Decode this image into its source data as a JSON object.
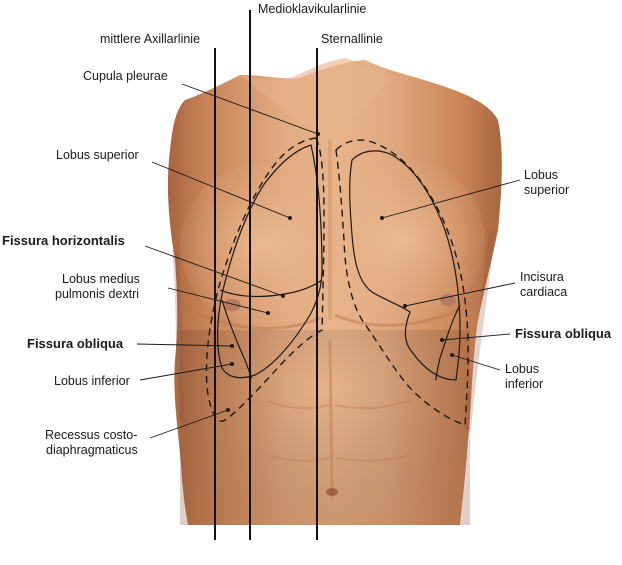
{
  "labels": {
    "medioklavikularlinie": "Medioklavikularlinie",
    "mittlere_axillarlinie": "mittlere Axillarlinie",
    "sternallinie": "Sternallinie",
    "cupula_pleurae": "Cupula pleurae",
    "lobus_superior_right": "Lobus superior",
    "fissura_horizontalis": "Fissura horizontalis",
    "lobus_medius_1": "Lobus medius",
    "lobus_medius_2": "pulmonis dextri",
    "fissura_obliqua_right": "Fissura obliqua",
    "lobus_inferior_right": "Lobus inferior",
    "recessus_1": "Recessus costo-",
    "recessus_2": "diaphragmaticus",
    "lobus_superior_left_1": "Lobus",
    "lobus_superior_left_2": "superior",
    "incisura_1": "Incisura",
    "incisura_2": "cardiaca",
    "fissura_obliqua_left": "Fissura obliqua",
    "lobus_inferior_left_1": "Lobus",
    "lobus_inferior_left_2": "inferior"
  },
  "colors": {
    "skin_light": "#e8b48a",
    "skin_mid": "#d89a6e",
    "skin_dark": "#b87550",
    "skin_shadow": "#a0603e",
    "nipple": "#b97a62"
  },
  "image": {
    "subject": "male-torso-photo"
  }
}
